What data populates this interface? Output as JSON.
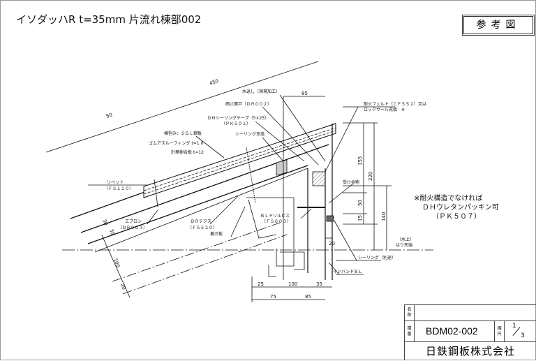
{
  "header": {
    "title": "イソダッハR t=35mm 片流れ棟部002",
    "stamp": "参考図"
  },
  "labels": {
    "mizugaeshi": "水返し（現場加工）",
    "amadome": "雨止面戸（ＤＲ００２）",
    "dh_tape": "ＤＨシーリングテープ（5×25）",
    "dh_tape_code": "（ＰＫ５０１）",
    "sealing_fill": "シーリング充填",
    "munetsutsumi": "棟包み：ＳＧＬ鋼板",
    "roofing": "ゴムアスルーフィング t=1.0",
    "plywood": "針葉樹合板 t=12",
    "rivet": "リベット",
    "rivet_code": "（ＦＳ１１０）",
    "felt": "耐火フェルト（ＣＦ５５２）又は",
    "rockwool": "ロックウール充填　※",
    "ukekanamono": "受け金物",
    "bl_drill": "ＢＬドリルビス",
    "bl_drill_code": "（ＦＳ６０３）",
    "apron": "エプロン",
    "apron_code": "（ＤＲ００３）",
    "dr_tecs": "ＤＲテクス",
    "dr_tecs_code": "（ＦＳ５２０）",
    "backing": "裏ボ板",
    "mizukami": "（水上）",
    "hari": "はり天端",
    "sealing_sep": "シーリング（別途）",
    "isoband": "イソバンドＢＬ"
  },
  "note": [
    "※耐火構造でなければ",
    "ＤＨウレタンパッキン可",
    "（ＰＫ５０７）"
  ],
  "dimensions": {
    "d450": "450",
    "d50": "50",
    "d85_top": "85",
    "d155": "155",
    "d220": "220",
    "d50_v": "50",
    "d15": "15",
    "d140": "140",
    "d20_r": "20",
    "d30": "30",
    "d35_s": "35",
    "d100_s": "100",
    "d20_s": "20",
    "d25": "25",
    "d100": "100",
    "d35": "35",
    "d75": "75",
    "d85": "85"
  },
  "title_block": {
    "name_key": [
      "名",
      "称"
    ],
    "name_value": "",
    "drawing_no_key": [
      "図",
      "番"
    ],
    "drawing_no": "BDM02-002",
    "scale_key": [
      "縮",
      "尺"
    ],
    "scale_num": "1",
    "scale_den": "3",
    "company": "日鉄鋼板株式会社"
  }
}
